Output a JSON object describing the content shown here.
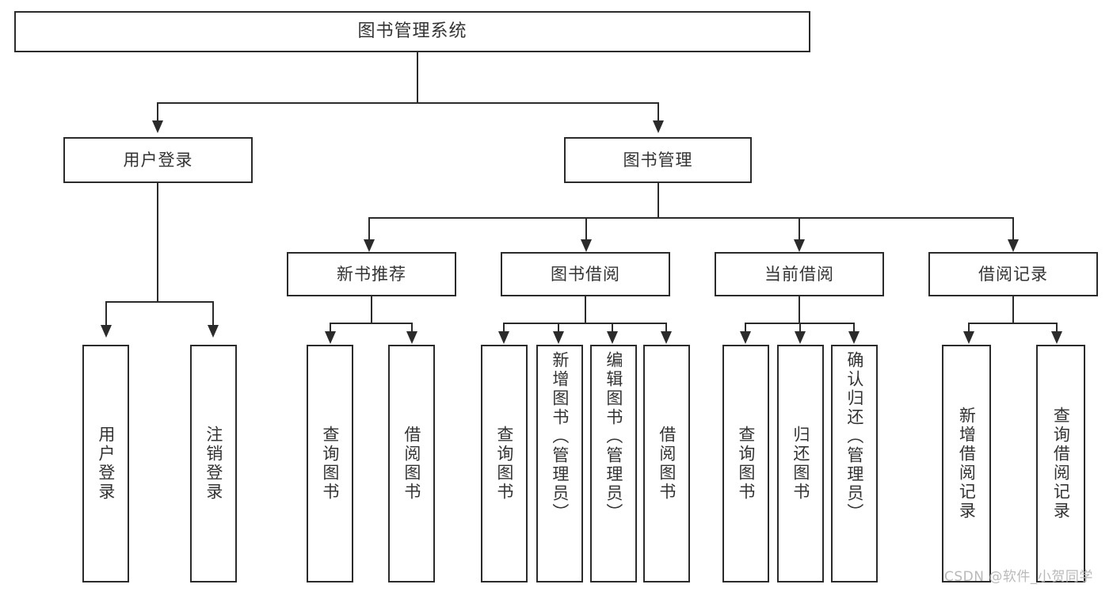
{
  "diagram": {
    "title": "图书管理系统",
    "type": "tree-hierarchy",
    "root": {
      "label": "图书管理系统"
    },
    "level2": [
      {
        "label": "用户登录"
      },
      {
        "label": "图书管理"
      }
    ],
    "level3": [
      {
        "label": "新书推荐"
      },
      {
        "label": "图书借阅"
      },
      {
        "label": "当前借阅"
      },
      {
        "label": "借阅记录"
      }
    ],
    "leaves": {
      "user_login": [
        {
          "label": "用户登录"
        },
        {
          "label": "注销登录"
        }
      ],
      "new_book_recommend": [
        {
          "label": "查询图书"
        },
        {
          "label": "借阅图书"
        }
      ],
      "book_borrow": [
        {
          "label": "查询图书"
        },
        {
          "label": "新增图书（管理员）"
        },
        {
          "label": "编辑图书（管理员）"
        },
        {
          "label": "借阅图书"
        }
      ],
      "current_borrow": [
        {
          "label": "查询图书"
        },
        {
          "label": "归还图书"
        },
        {
          "label": "确认归还（管理员）"
        }
      ],
      "borrow_record": [
        {
          "label": "新增借阅记录"
        },
        {
          "label": "查询借阅记录"
        }
      ]
    }
  },
  "watermark": {
    "text": "CSDN @软件_小贺同学"
  },
  "colors": {
    "stroke": "#2b2b2b",
    "text": "#333333",
    "background": "#ffffff",
    "watermark": "#b9b9b9"
  }
}
